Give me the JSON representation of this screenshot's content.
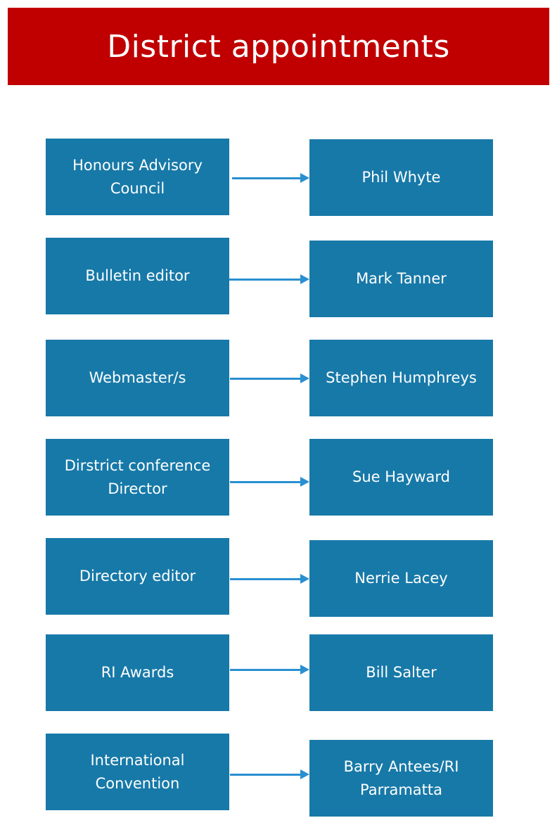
{
  "title": "District appointments",
  "colors": {
    "banner": "#c00000",
    "box": "#1779a8",
    "arrow": "#2a8fd0"
  },
  "rows": [
    {
      "role": "Honours Advisory Council",
      "person": "Phil Whyte"
    },
    {
      "role": "Bulletin editor",
      "person": "Mark Tanner"
    },
    {
      "role": "Webmaster/s",
      "person": "Stephen Humphreys"
    },
    {
      "role": "Dirstrict conference Director",
      "person": "Sue Hayward"
    },
    {
      "role": "Directory editor",
      "person": "Nerrie Lacey"
    },
    {
      "role": "RI Awards",
      "person": "Bill Salter"
    },
    {
      "role": "International Convention",
      "person": "Barry Antees/RI Parramatta"
    }
  ]
}
